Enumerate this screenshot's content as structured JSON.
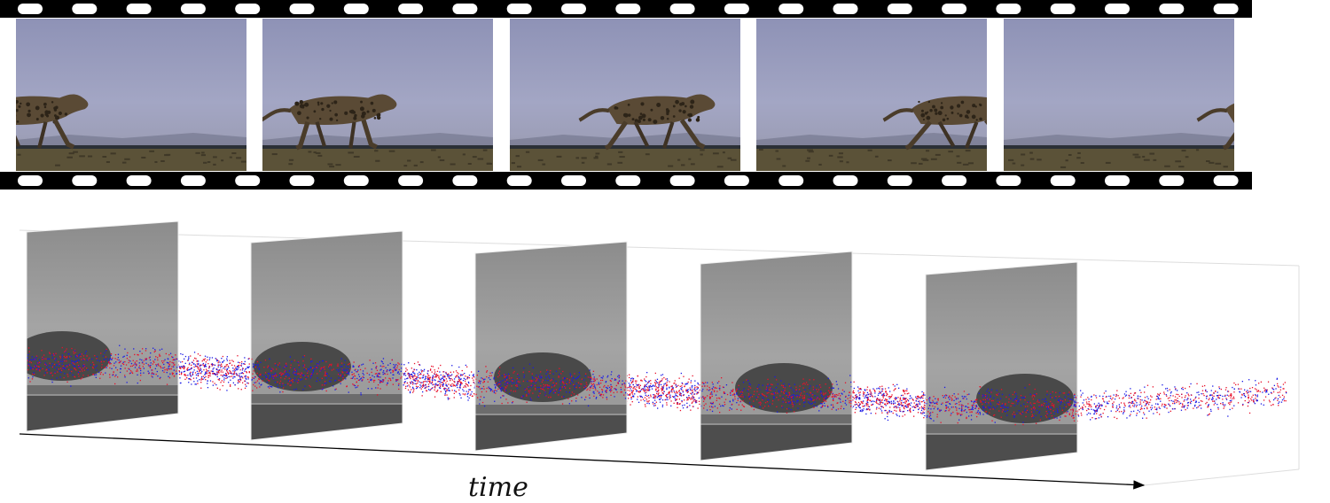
{
  "axis": {
    "label": "time"
  },
  "filmstrip": {
    "frame_count": 5,
    "subject": "cheetah running"
  },
  "event_frames": {
    "frame_count": 5,
    "polarity_colors": {
      "positive": "#e8102a",
      "negative": "#1a1ae6"
    },
    "frame_tone": "grayscale"
  },
  "colors": {
    "film_black": "#000000",
    "perforation": "#ffffff",
    "sky_top": "#8f93b8",
    "sky_bottom": "#a7a9c6",
    "ground": "#5c5137",
    "axis_line": "#000000"
  }
}
